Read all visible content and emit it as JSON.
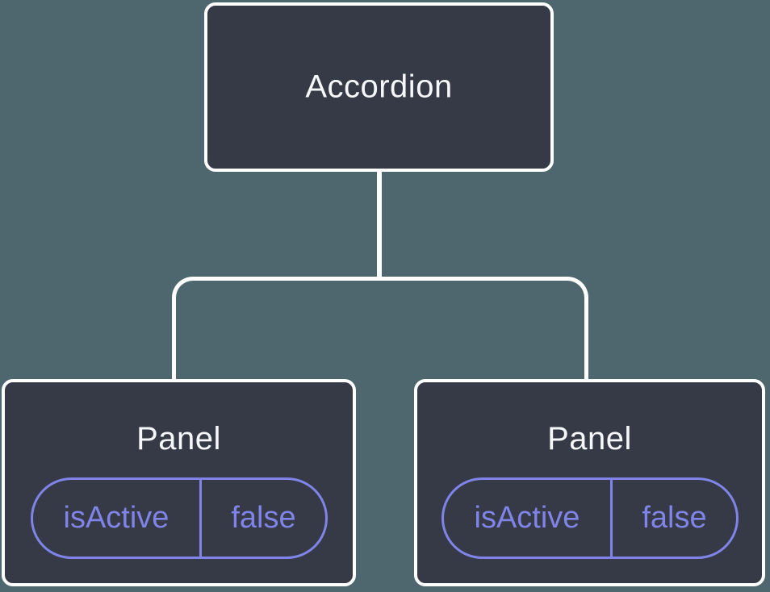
{
  "colors": {
    "background": "#4E676F",
    "node_fill": "#353A46",
    "node_border": "#FFFFFF",
    "node_text": "#F6F7F9",
    "accent": "#8084E8",
    "connector": "#FFFFFF"
  },
  "tree": {
    "root": {
      "label": "Accordion"
    },
    "children": [
      {
        "label": "Panel",
        "state": {
          "name": "isActive",
          "value": "false"
        }
      },
      {
        "label": "Panel",
        "state": {
          "name": "isActive",
          "value": "false"
        }
      }
    ]
  }
}
